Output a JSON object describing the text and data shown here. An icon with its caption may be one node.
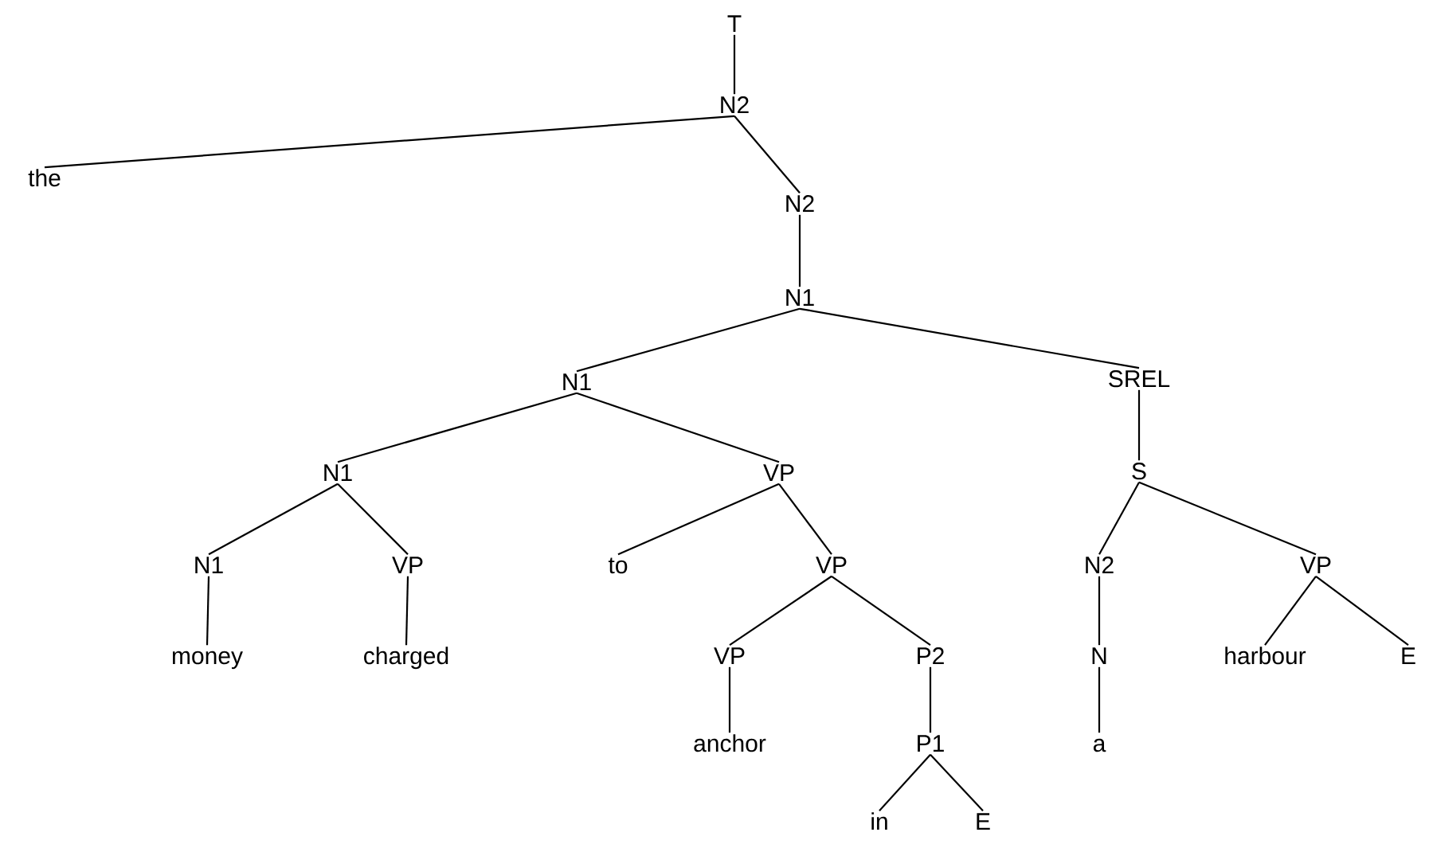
{
  "diagram": {
    "nodes": [
      {
        "text": [
          "T"
        ]
      },
      {
        "text": [
          "N2"
        ]
      },
      {
        "text": [
          "the"
        ]
      },
      {
        "text": [
          "N2"
        ]
      },
      {
        "text": [
          "N1"
        ]
      },
      {
        "text": [
          "N1"
        ]
      },
      {
        "text": [
          "SREL"
        ]
      },
      {
        "text": [
          "N1"
        ]
      },
      {
        "text": [
          "VP"
        ]
      },
      {
        "text": [
          "S"
        ]
      },
      {
        "text": [
          "N1"
        ]
      },
      {
        "text": [
          "VP"
        ]
      },
      {
        "text": [
          "to"
        ]
      },
      {
        "text": [
          "VP"
        ]
      },
      {
        "text": [
          "N2"
        ]
      },
      {
        "text": [
          "VP"
        ]
      },
      {
        "text": [
          "money"
        ]
      },
      {
        "text": [
          "charged"
        ]
      },
      {
        "text": [
          "VP"
        ]
      },
      {
        "text": [
          "P2"
        ]
      },
      {
        "text": [
          "N"
        ]
      },
      {
        "text": [
          "harbour"
        ]
      },
      {
        "text": [
          "E"
        ]
      },
      {
        "text": [
          "anchor"
        ]
      },
      {
        "text": [
          "P1"
        ]
      },
      {
        "text": [
          "a"
        ]
      },
      {
        "text": [
          "in"
        ]
      },
      {
        "text": [
          "E"
        ]
      }
    ],
    "edges": [
      {
        "from": 0,
        "to": 1,
        "arrow": "none"
      },
      {
        "from": 1,
        "to": 2,
        "arrow": "none"
      },
      {
        "from": 1,
        "to": 3,
        "arrow": "none"
      },
      {
        "from": 3,
        "to": 4,
        "arrow": "none"
      },
      {
        "from": 4,
        "to": 5,
        "arrow": "none"
      },
      {
        "from": 4,
        "to": 6,
        "arrow": "none"
      },
      {
        "from": 5,
        "to": 7,
        "arrow": "none"
      },
      {
        "from": 5,
        "to": 8,
        "arrow": "none"
      },
      {
        "from": 6,
        "to": 9,
        "arrow": "none"
      },
      {
        "from": 7,
        "to": 10,
        "arrow": "none"
      },
      {
        "from": 7,
        "to": 11,
        "arrow": "none"
      },
      {
        "from": 8,
        "to": 12,
        "arrow": "none"
      },
      {
        "from": 8,
        "to": 13,
        "arrow": "none"
      },
      {
        "from": 9,
        "to": 14,
        "arrow": "none"
      },
      {
        "from": 9,
        "to": 15,
        "arrow": "none"
      },
      {
        "from": 10,
        "to": 16,
        "arrow": "none"
      },
      {
        "from": 11,
        "to": 17,
        "arrow": "none"
      },
      {
        "from": 13,
        "to": 18,
        "arrow": "none"
      },
      {
        "from": 13,
        "to": 19,
        "arrow": "none"
      },
      {
        "from": 14,
        "to": 20,
        "arrow": "none"
      },
      {
        "from": 15,
        "to": 21,
        "arrow": "none"
      },
      {
        "from": 15,
        "to": 22,
        "arrow": "none"
      },
      {
        "from": 18,
        "to": 23,
        "arrow": "none"
      },
      {
        "from": 19,
        "to": 24,
        "arrow": "none"
      },
      {
        "from": 20,
        "to": 25,
        "arrow": "none"
      },
      {
        "from": 24,
        "to": 26,
        "arrow": "none"
      },
      {
        "from": 24,
        "to": 27,
        "arrow": "none"
      }
    ]
  }
}
